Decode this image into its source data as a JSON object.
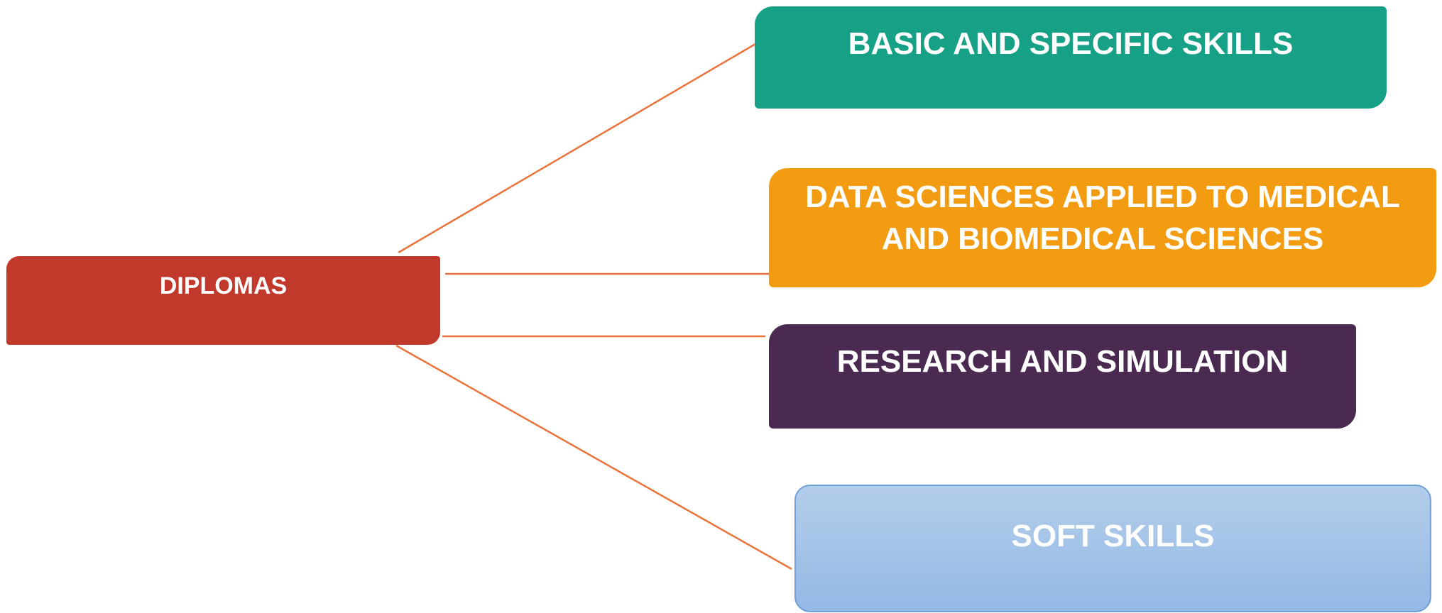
{
  "diagram": {
    "root": {
      "label": "DIPLOMAS"
    },
    "branches": [
      {
        "label": "BASIC AND SPECIFIC SKILLS"
      },
      {
        "label": "DATA SCIENCES APPLIED TO MEDICAL AND BIOMEDICAL SCIENCES"
      },
      {
        "label": "RESEARCH AND SIMULATION"
      },
      {
        "label": "SOFT SKILLS"
      }
    ],
    "colors": {
      "root": "#c0392b",
      "branch_1": "#16a085",
      "branch_2": "#f39c12",
      "branch_3": "#4a2a50",
      "branch_4": "#a4c3e7",
      "connector": "#e8743b"
    }
  }
}
